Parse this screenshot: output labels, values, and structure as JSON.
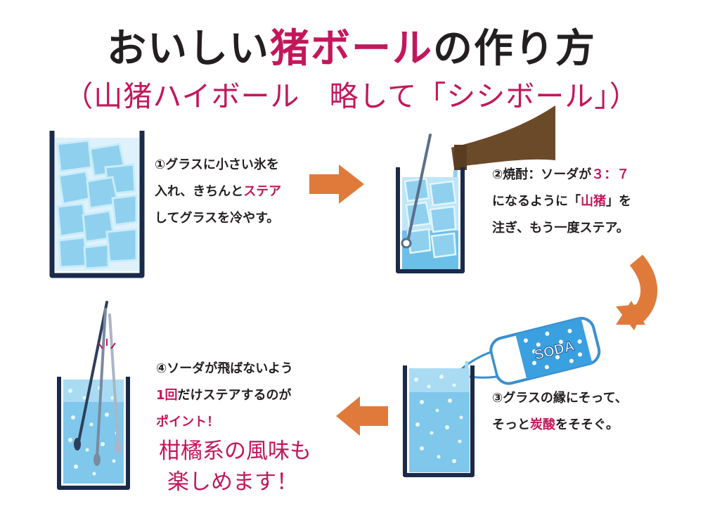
{
  "title": {
    "part1": "おいしい",
    "accent": "猪ボール",
    "part2": "の作り方"
  },
  "subtitle": "（山猪ハイボール　略して「シシボール」）",
  "steps": {
    "step1": {
      "line1": "①グラスに小さい氷を",
      "line2_a": "入れ、きちんと",
      "line2_accent": "ステア",
      "line3": "してグラスを冷やす。"
    },
    "step2": {
      "line1_a": "②焼酎：ソーダが",
      "line1_accent": "３：７",
      "line2_a": "になるように「",
      "line2_accent": "山猪",
      "line2_b": "」を",
      "line3": "注ぎ、もう一度ステア。"
    },
    "step3": {
      "line1": "③グラスの縁にそって、",
      "line2_a": "そっと",
      "line2_accent": "炭酸",
      "line2_b": "をそそぐ。"
    },
    "step4": {
      "line1": "④ソーダが飛ばないよう",
      "line2_accent": "1回",
      "line2_b": "だけステアするのが",
      "line3_accent": "ポイント！",
      "big1": "柑橘系の風味も",
      "big2": "楽しめます！"
    }
  },
  "bottle_label": "SODA",
  "colors": {
    "accent": "#c2185b",
    "arrow": "#e07a3a",
    "ice": "#9fd7f2",
    "water": "#4aa9dc",
    "glass": "#1a2a4a",
    "bottle_brown": "#6b4a2a"
  }
}
